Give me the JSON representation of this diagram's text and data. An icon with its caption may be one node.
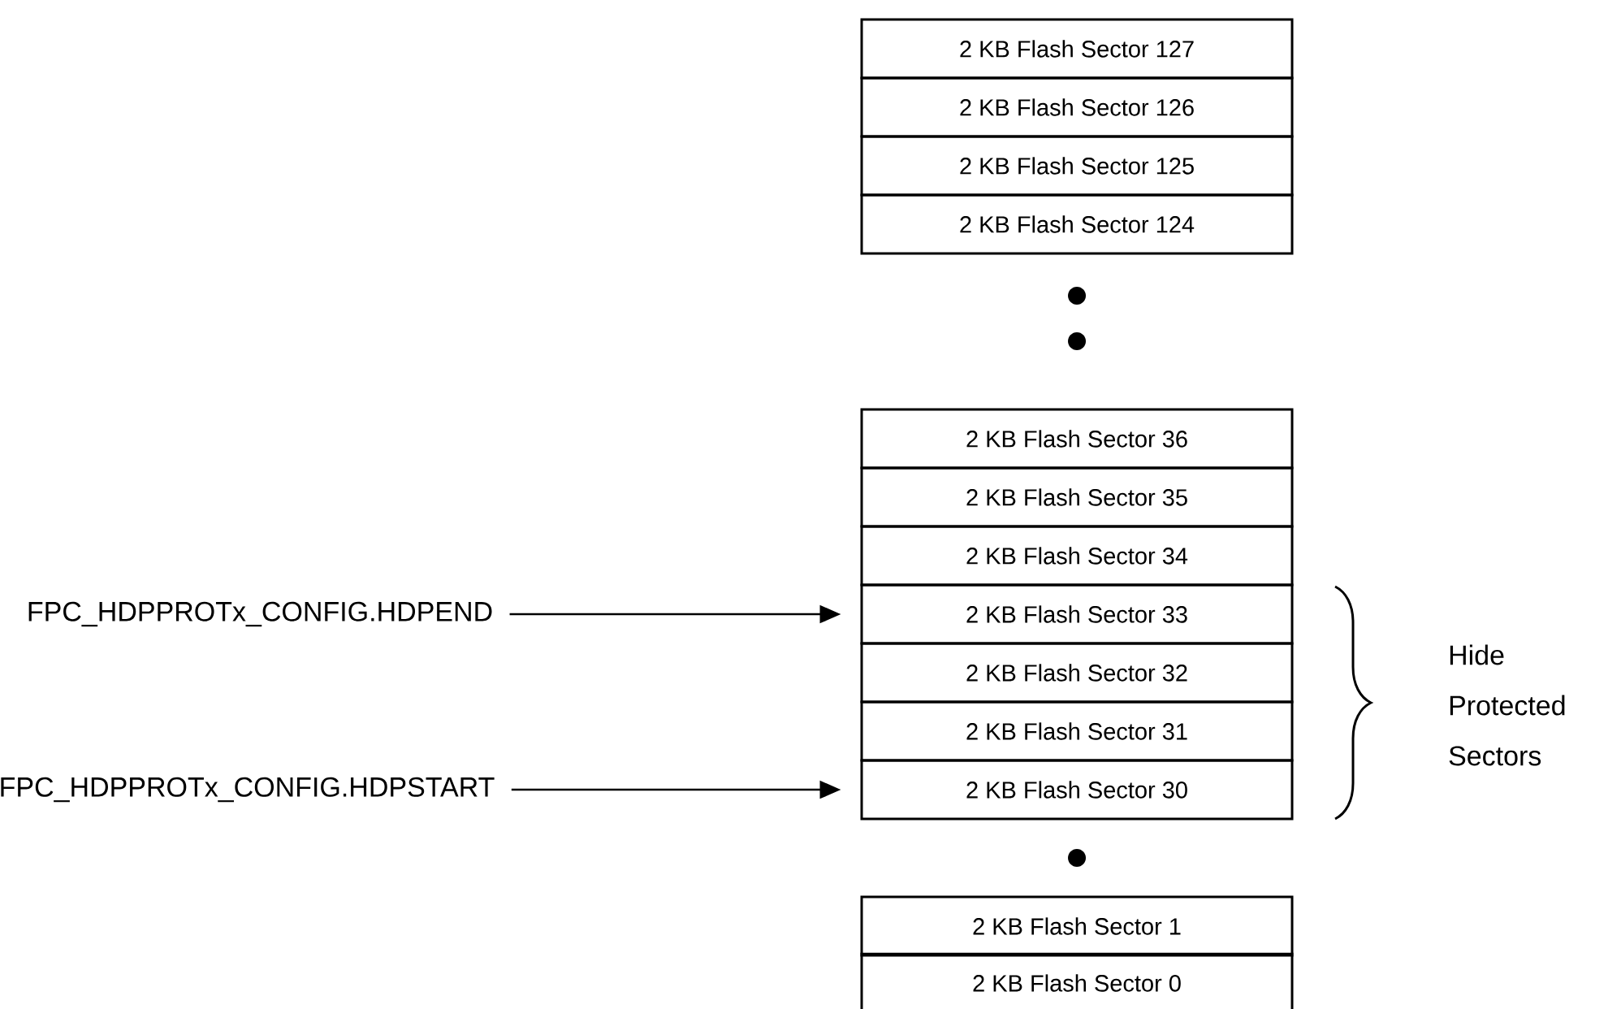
{
  "diagram": {
    "nodes": [
      {
        "text": [
          "2 KB Flash Sector 127"
        ]
      },
      {
        "text": [
          "2 KB Flash Sector 126"
        ]
      },
      {
        "text": [
          "2 KB Flash Sector 125"
        ]
      },
      {
        "text": [
          "2 KB Flash Sector 124"
        ]
      },
      {
        "text": [
          "2 KB Flash Sector 36"
        ]
      },
      {
        "text": [
          "2 KB Flash Sector 35"
        ]
      },
      {
        "text": [
          "2 KB Flash Sector 34"
        ]
      },
      {
        "text": [
          "2 KB Flash Sector 33"
        ]
      },
      {
        "text": [
          "2 KB Flash Sector 32"
        ]
      },
      {
        "text": [
          "2 KB Flash Sector 31"
        ]
      },
      {
        "text": [
          "2 KB Flash Sector 30"
        ]
      },
      {
        "text": [
          "2 KB Flash Sector 1"
        ]
      },
      {
        "text": [
          "2 KB Flash Sector 0"
        ]
      },
      {
        "text": [
          "FPC_HDPPROTx_CONFIG.HDPEND"
        ]
      },
      {
        "text": [
          "FPC_HDPPROTx_CONFIG.HDPSTART"
        ]
      }
    ],
    "edges": [
      {
        "from": 13,
        "to": 7,
        "arrow": "to"
      },
      {
        "from": 14,
        "to": 10,
        "arrow": "to"
      }
    ],
    "labels": [
      "Hide Protected Sectors"
    ]
  }
}
